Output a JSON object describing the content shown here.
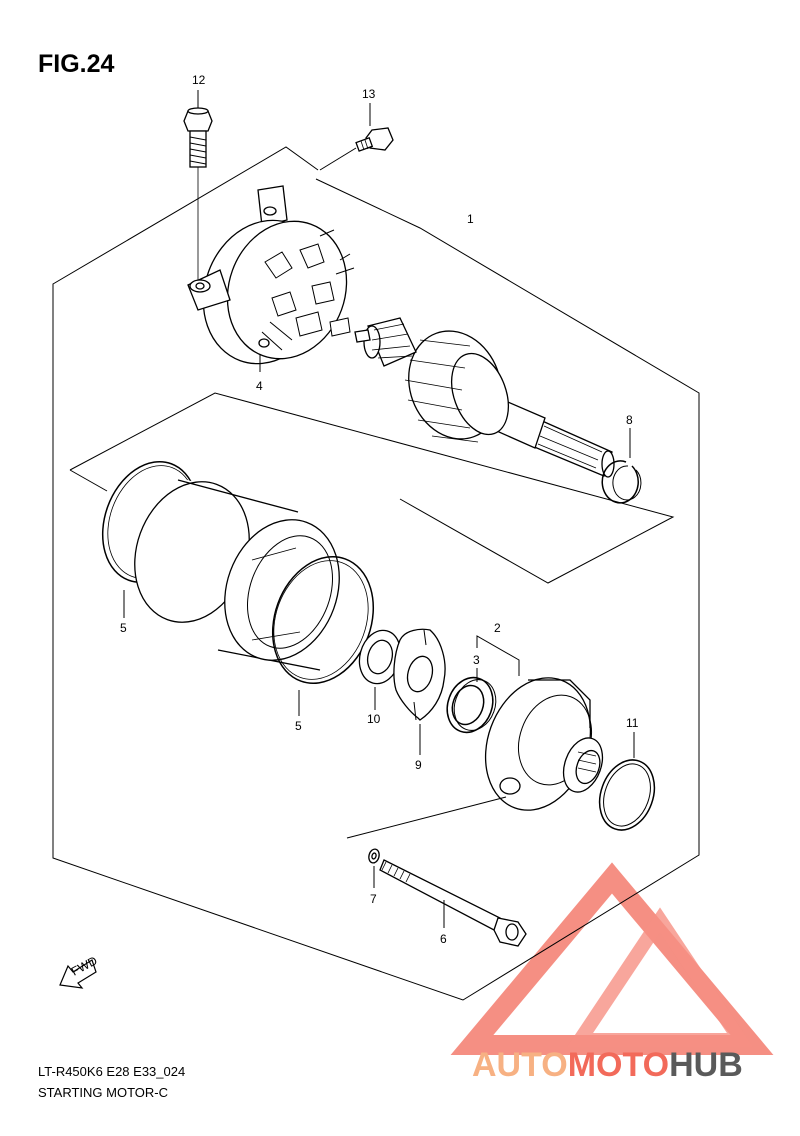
{
  "figure": {
    "title": "FIG.24",
    "model_code": "LT-R450K6 E28 E33_024",
    "assembly_name": "STARTING MOTOR-C"
  },
  "callouts": {
    "c1": "1",
    "c2": "2",
    "c3": "3",
    "c4": "4",
    "c5a": "5",
    "c5b": "5",
    "c6": "6",
    "c7": "7",
    "c8": "8",
    "c9": "9",
    "c10": "10",
    "c11": "11",
    "c12": "12",
    "c13": "13"
  },
  "fwd_label": "FWD",
  "watermark": {
    "part1": "AUTO",
    "part2": "MOTO",
    "part3": "HUB",
    "color_main": "#f26a5a",
    "color_light": "#f7b183",
    "color_dark": "#5a5a5a"
  }
}
